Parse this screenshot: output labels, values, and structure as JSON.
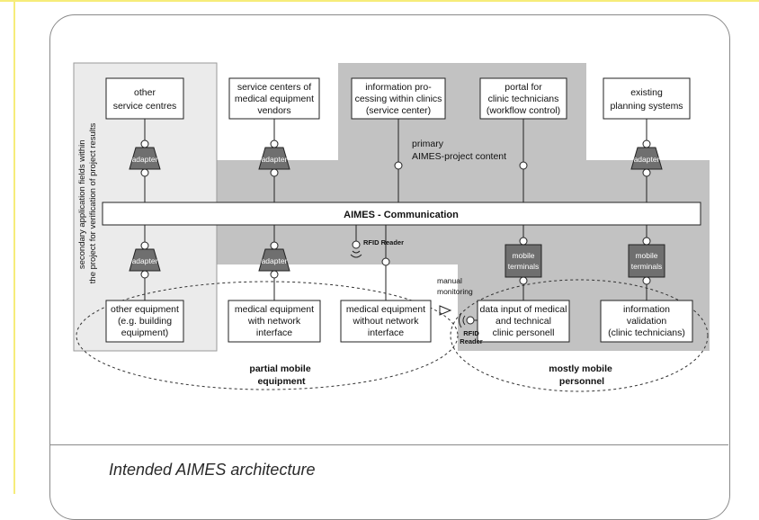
{
  "figure": {
    "caption": "Intended AIMES architecture",
    "colors": {
      "primary_region": "#c2c2c2",
      "secondary_region": "#ebebeb",
      "node_dark": "#6f6f6f",
      "border": "#222222"
    },
    "secondary_region_label": [
      "secondary application fields within",
      "the project for verification of project results"
    ],
    "primary_content_label": [
      "primary",
      "AIMES-project content"
    ],
    "bus_label": "AIMES - Communication",
    "rfid_reader_label": "RFID Reader",
    "rfid_reader_label_small": [
      "RFID",
      "Reader"
    ],
    "manual_monitoring_label": [
      "manual",
      "monitoring"
    ],
    "adapter_label": "adapter",
    "mobile_terminal_label": [
      "mobile",
      "terminals"
    ],
    "top_boxes": [
      {
        "lines": [
          "other",
          "service centres"
        ]
      },
      {
        "lines": [
          "service centers of",
          "medical equipment",
          "vendors"
        ]
      },
      {
        "lines": [
          "information pro-",
          "cessing within clinics",
          "(service center)"
        ]
      },
      {
        "lines": [
          "portal for",
          "clinic technicians",
          "(workflow control)"
        ]
      },
      {
        "lines": [
          "existing",
          "planning systems"
        ]
      }
    ],
    "bottom_boxes": [
      {
        "lines": [
          "other equipment",
          "(e.g. building",
          "equipment)"
        ]
      },
      {
        "lines": [
          "medical equipment",
          "with network",
          "interface"
        ]
      },
      {
        "lines": [
          "medical equipment",
          "without network",
          "interface"
        ]
      },
      {
        "lines": [
          "data input of medical",
          "and technical",
          "clinic personell"
        ]
      },
      {
        "lines": [
          "information",
          "validation",
          "(clinic technicians)"
        ]
      }
    ],
    "group_labels": [
      {
        "lines": [
          "partial mobile",
          "equipment"
        ]
      },
      {
        "lines": [
          "mostly mobile",
          "personnel"
        ]
      }
    ]
  }
}
